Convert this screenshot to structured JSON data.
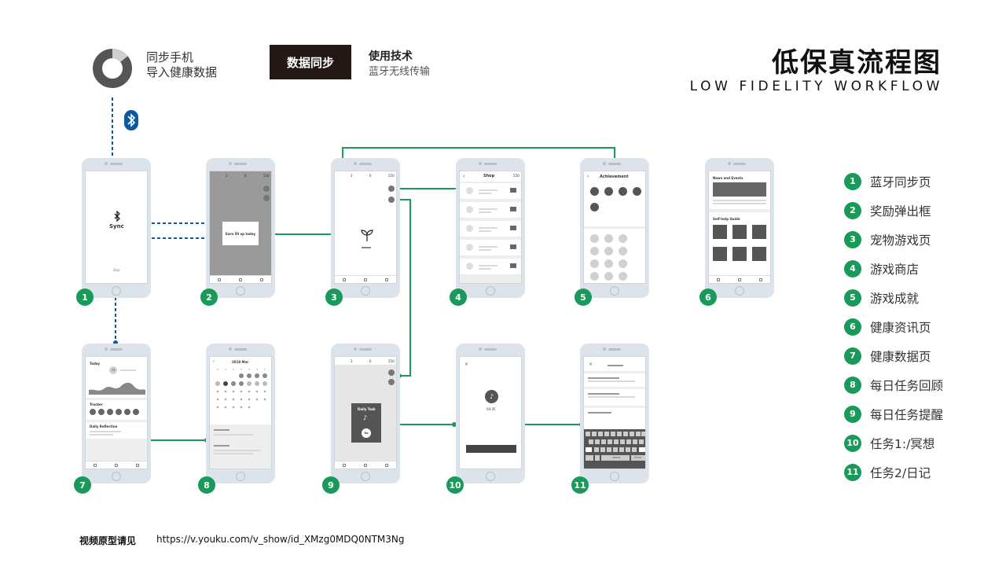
{
  "header": {
    "sync_line1": "同步手机",
    "sync_line2": "导入健康数据",
    "data_sync_label": "数据同步",
    "tech_title": "使用技术",
    "tech_detail": "蓝牙无线传输",
    "title_cn": "低保真流程图",
    "title_en": "LOW FIDELITY WORKFLOW"
  },
  "screens": {
    "s1": {
      "label": "Sync",
      "skip": "Skip"
    },
    "s2": {
      "popup": "Earn 50 xp today",
      "status_a": "3",
      "status_b": "6",
      "status_c": "550"
    },
    "s3": {
      "status_a": "3",
      "status_b": "6",
      "status_c": "550"
    },
    "s4": {
      "title": "Shop",
      "coins": "550"
    },
    "s5": {
      "title": "Achievement"
    },
    "s6": {
      "section1": "News and Events",
      "section2": "Self-help Guide"
    },
    "s7": {
      "today": "Today",
      "score": "75",
      "tracker": "Tracker",
      "reflection": "Daily Reflection"
    },
    "s8": {
      "month": "2018 Mar"
    },
    "s9": {
      "card": "Daily Task",
      "go": "Go",
      "status_a": "3",
      "status_b": "6",
      "status_c": "550"
    },
    "s10": {
      "time": "04:35"
    },
    "s11": {
      "space": "space",
      "enter": "Enter"
    }
  },
  "numbers": [
    "1",
    "2",
    "3",
    "4",
    "5",
    "6",
    "7",
    "8",
    "9",
    "10",
    "11"
  ],
  "legend": [
    {
      "num": "1",
      "label": "蓝牙同步页"
    },
    {
      "num": "2",
      "label": "奖励弹出框"
    },
    {
      "num": "3",
      "label": "宠物游戏页"
    },
    {
      "num": "4",
      "label": "游戏商店"
    },
    {
      "num": "5",
      "label": "游戏成就"
    },
    {
      "num": "6",
      "label": "健康资讯页"
    },
    {
      "num": "7",
      "label": "健康数据页"
    },
    {
      "num": "8",
      "label": "每日任务回顾"
    },
    {
      "num": "9",
      "label": "每日任务提醒"
    },
    {
      "num": "10",
      "label": "任务1:/冥想"
    },
    {
      "num": "11",
      "label": "任务2/日记"
    }
  ],
  "footer": {
    "label": "视频原型请见",
    "url": "https://v.youku.com/v_show/id_XMzg0MDQ0NTM3Ng"
  },
  "colors": {
    "accent_green": "#1a9a5a",
    "bluetooth_blue": "#0b5aa0",
    "dark_box": "#231815"
  },
  "icons": [
    "bluetooth-icon",
    "sprout-icon",
    "music-note-icon",
    "back-arrow-icon",
    "close-icon"
  ]
}
